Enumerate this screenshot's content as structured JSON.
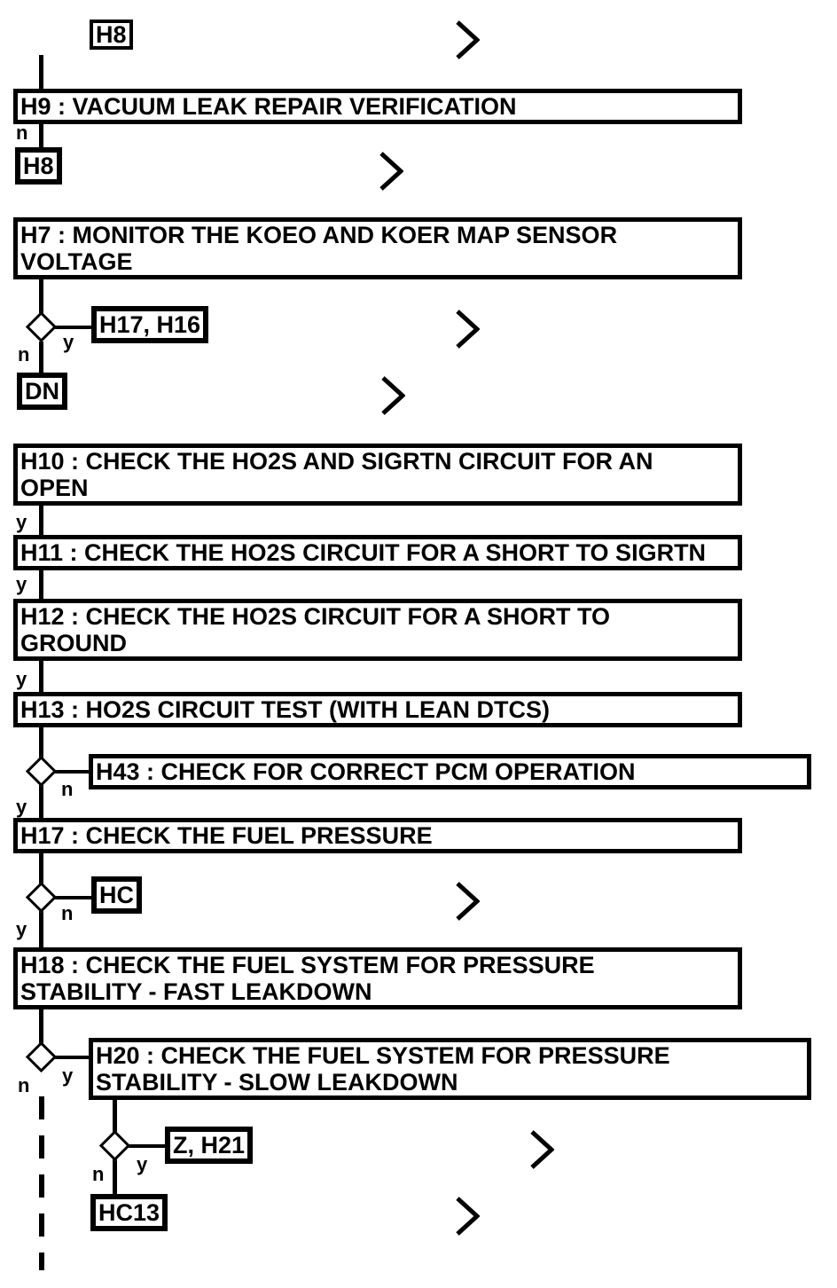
{
  "flowchart": {
    "decision_labels": {
      "yes": "y",
      "no": "n"
    },
    "icons": {
      "chevron_icon": "❯"
    },
    "colors": {
      "line": "#000000",
      "background": "#ffffff"
    },
    "steps": {
      "h8_top": {
        "label": "H8"
      },
      "h9": {
        "label": "H9 : VACUUM LEAK REPAIR VERIFICATION"
      },
      "h8_ref": {
        "label": "H8"
      },
      "h7": {
        "label": "H7 : MONITOR THE KOEO AND KOER MAP SENSOR\nVOLTAGE"
      },
      "h17_h16": {
        "label": "H17, H16"
      },
      "dn": {
        "label": "DN"
      },
      "h10": {
        "label": "H10 : CHECK THE HO2S AND SIGRTN CIRCUIT FOR AN\nOPEN"
      },
      "h11": {
        "label": "H11 : CHECK THE HO2S CIRCUIT FOR A SHORT TO SIGRTN"
      },
      "h12": {
        "label": "H12 : CHECK THE HO2S CIRCUIT FOR A SHORT TO\nGROUND"
      },
      "h13": {
        "label": "H13 : HO2S CIRCUIT TEST (WITH LEAN DTCS)"
      },
      "h43": {
        "label": "H43 : CHECK FOR CORRECT PCM OPERATION"
      },
      "h17": {
        "label": "H17 : CHECK THE FUEL PRESSURE"
      },
      "hc": {
        "label": "HC"
      },
      "h18": {
        "label": "H18 : CHECK THE FUEL SYSTEM FOR PRESSURE\nSTABILITY - FAST LEAKDOWN"
      },
      "h20": {
        "label": "H20 : CHECK THE FUEL SYSTEM FOR PRESSURE\nSTABILITY - SLOW LEAKDOWN"
      },
      "z_h21": {
        "label": "Z, H21"
      },
      "hc13": {
        "label": "HC13"
      }
    }
  }
}
